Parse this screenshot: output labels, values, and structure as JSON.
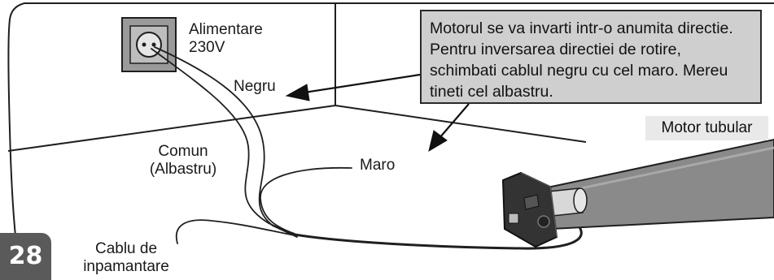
{
  "labels": {
    "power": [
      "Alimentare",
      "230V"
    ],
    "black": "Negru",
    "common": [
      "Comun",
      "(Albastru)"
    ],
    "brown": "Maro",
    "ground": [
      "Cablu de",
      "inpamantare"
    ],
    "motor": "Motor tubular"
  },
  "note": "Motorul se va invarti intr-o anumita directie. Pentru inversarea directiei de rotire, schimbati cablul negru cu cel maro. Mereu tineti cel albastru.",
  "page_number": "28",
  "colors": {
    "note_bg": "#cfcfcf",
    "motor_tube": "#8a8a8a",
    "motor_head": "#333333",
    "page_tab": "#5a5a5a"
  }
}
